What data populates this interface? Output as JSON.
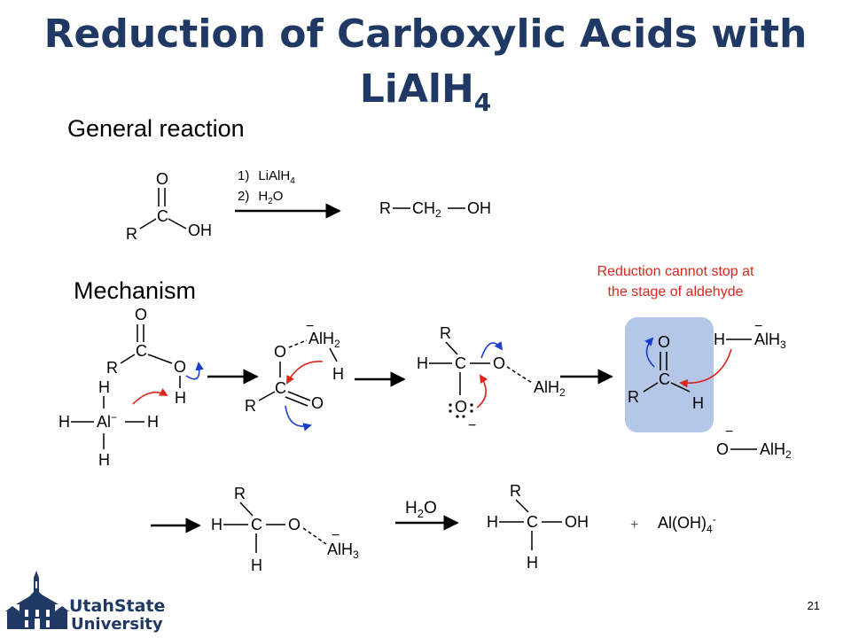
{
  "slide": {
    "title_line1": "Reduction of Carboxylic Acids with",
    "title_line2": "LiAlH",
    "title_sub": "4",
    "general_label": "General reaction",
    "mechanism_label": "Mechanism",
    "note_line1": "Reduction cannot stop at",
    "note_line2": "the stage of aldehyde",
    "page_number": "21",
    "logo_line1": "UtahState",
    "logo_line2": "University"
  },
  "reagents": {
    "step1_num": "1)",
    "step1_name": "LiAlH",
    "step1_sub": "4",
    "step2_num": "2)",
    "step2_name": "H",
    "step2_sub": "2",
    "step2_tail": "O"
  },
  "atoms": {
    "O": "O",
    "C": "C",
    "R": "R",
    "H": "H",
    "OH": "OH",
    "CH": "CH",
    "sub2": "2",
    "sub3": "4",
    "Al": "Al",
    "minus": "−",
    "AlH": "AlH",
    "two": "2",
    "three": "3",
    "water_H": "H",
    "water_O": "O",
    "plus": "+",
    "aloh": "Al(OH)",
    "aloh_sub": "4",
    "aloh_sup": "-"
  },
  "colors": {
    "title": "#1f3864",
    "red_arrow": "#d9261c",
    "blue_arrow": "#1a3fd0",
    "highlight": "#b4c7e7"
  }
}
